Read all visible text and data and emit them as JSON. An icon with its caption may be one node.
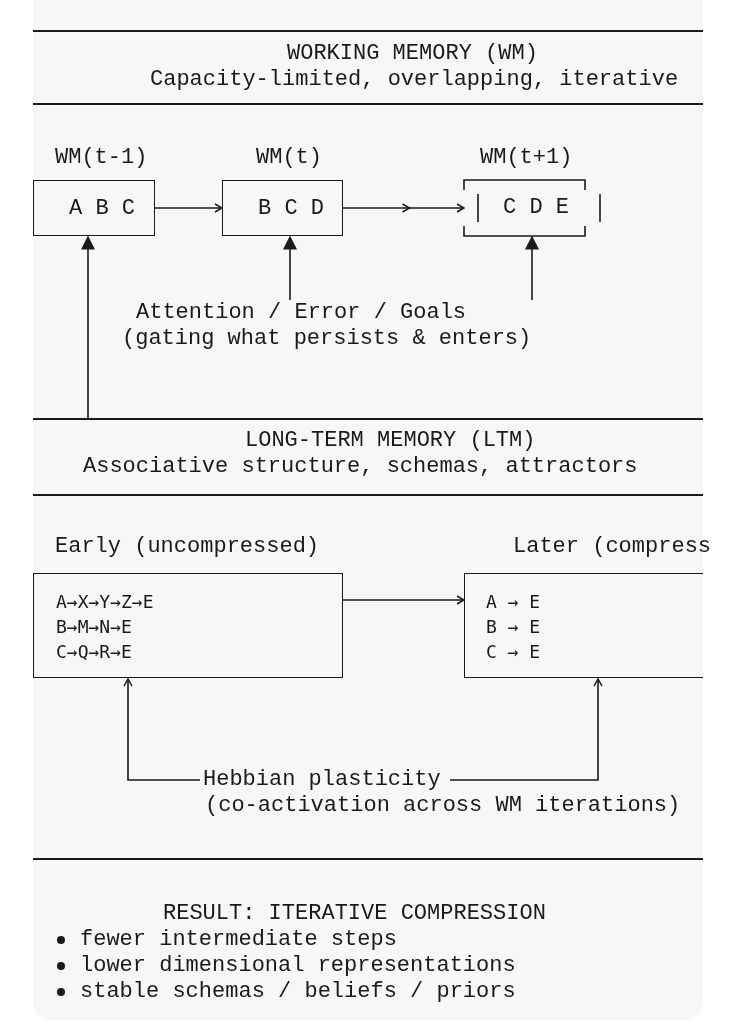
{
  "diagram": {
    "nodes": [
      {
        "text": [
          "WORKING MEMORY (WM)",
          "Capacity-limited, overlapping, iterative"
        ]
      },
      {
        "text": [
          "A B C"
        ],
        "beside": [
          "WM(t-1)"
        ]
      },
      {
        "text": [
          "B C D"
        ],
        "beside": [
          "WM(t)"
        ]
      },
      {
        "text": [
          "C D E"
        ],
        "beside": [
          "WM(t+1)"
        ]
      },
      {
        "text": [
          "Attention / Error / Goals",
          "(gating what persists & enters)"
        ]
      },
      {
        "text": [
          "LONG-TERM MEMORY (LTM)",
          "Associative structure, schemas, attractors"
        ]
      },
      {
        "text": [
          "A→X→Y→Z→E",
          "B→M→N→E",
          "C→Q→R→E"
        ],
        "beside": [
          "Early (uncompressed)"
        ]
      },
      {
        "text": [
          "A → E",
          "B → E",
          "C → E"
        ],
        "beside": [
          "Later (compress"
        ]
      },
      {
        "text": [
          "Hebbian plasticity"
        ],
        "beside": [
          "(co-activation across WM iterations)"
        ]
      },
      {
        "text": [
          "RESULT: ITERATIVE COMPRESSION",
          "fewer intermediate steps",
          "lower dimensional representations",
          "stable schemas / beliefs / priors"
        ]
      }
    ],
    "edges": [
      {
        "from": 1,
        "to": 2,
        "arrow": "to"
      },
      {
        "from": 2,
        "to": 3,
        "arrow": "to"
      },
      {
        "from": 5,
        "to": 1,
        "arrow": "to"
      },
      {
        "from": 4,
        "to": 2,
        "arrow": "to"
      },
      {
        "from": 4,
        "to": 3,
        "arrow": "to"
      },
      {
        "from": 6,
        "to": 7,
        "arrow": "to"
      },
      {
        "from": 8,
        "to": 6,
        "arrow": "to"
      },
      {
        "from": 8,
        "to": 7,
        "arrow": "to"
      }
    ]
  }
}
